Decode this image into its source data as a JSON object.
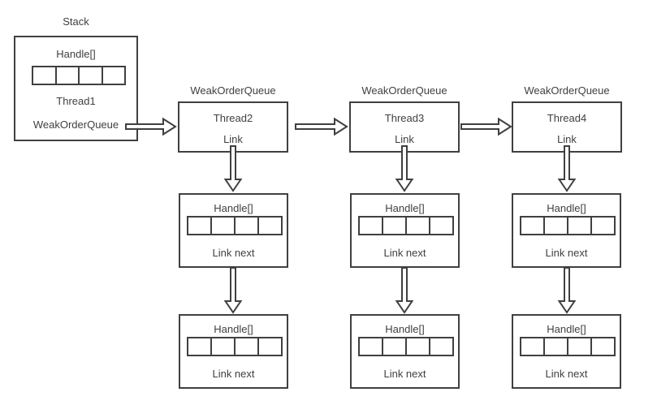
{
  "colors": {
    "stroke": "#404040",
    "text": "#404040",
    "background": "#ffffff"
  },
  "array_cell_count": 4,
  "stack": {
    "title": "Stack",
    "handle_label": "Handle[]",
    "thread_label": "Thread1",
    "queue_ref_label": "WeakOrderQueue"
  },
  "queues": [
    {
      "title": "WeakOrderQueue",
      "thread": "Thread2",
      "link_label": "Link",
      "chain": [
        {
          "handle_label": "Handle[]",
          "next_label": "Link next"
        },
        {
          "handle_label": "Handle[]",
          "next_label": "Link next"
        }
      ]
    },
    {
      "title": "WeakOrderQueue",
      "thread": "Thread3",
      "link_label": "Link",
      "chain": [
        {
          "handle_label": "Handle[]",
          "next_label": "Link next"
        },
        {
          "handle_label": "Handle[]",
          "next_label": "Link next"
        }
      ]
    },
    {
      "title": "WeakOrderQueue",
      "thread": "Thread4",
      "link_label": "Link",
      "chain": [
        {
          "handle_label": "Handle[]",
          "next_label": "Link next"
        },
        {
          "handle_label": "Handle[]",
          "next_label": "Link next"
        }
      ]
    }
  ]
}
